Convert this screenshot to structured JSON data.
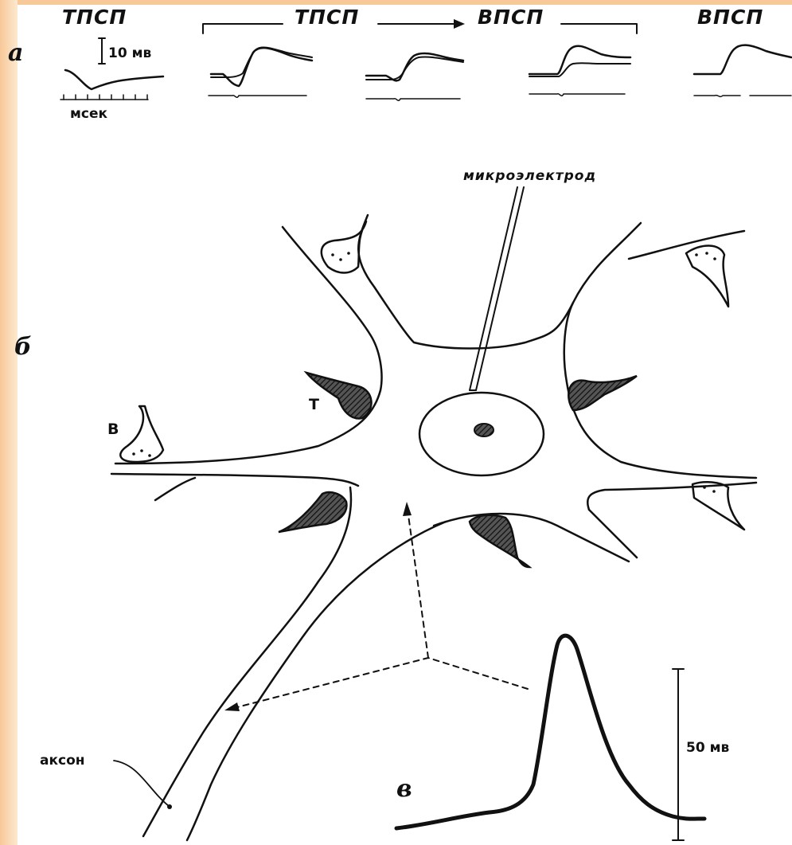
{
  "panels": {
    "a": {
      "letter": "а",
      "scale_label": "10 мв",
      "time_label": "мсек"
    },
    "b": {
      "letter": "б"
    },
    "c": {
      "letter": "в",
      "scale_label": "50 мв"
    }
  },
  "headers": {
    "ipsp_left": "ТПСП",
    "ipsp_mid": "ТПСП",
    "epsp_mid": "ВПСП",
    "epsp_right": "ВПСП"
  },
  "labels": {
    "microelectrode": "микроэлектрод",
    "axon": "аксон",
    "excitatory_synapse": "В",
    "inhibitory_synapse": "Т"
  },
  "colors": {
    "ink": "#111111",
    "border": "#f7c898",
    "background": "#ffffff"
  }
}
